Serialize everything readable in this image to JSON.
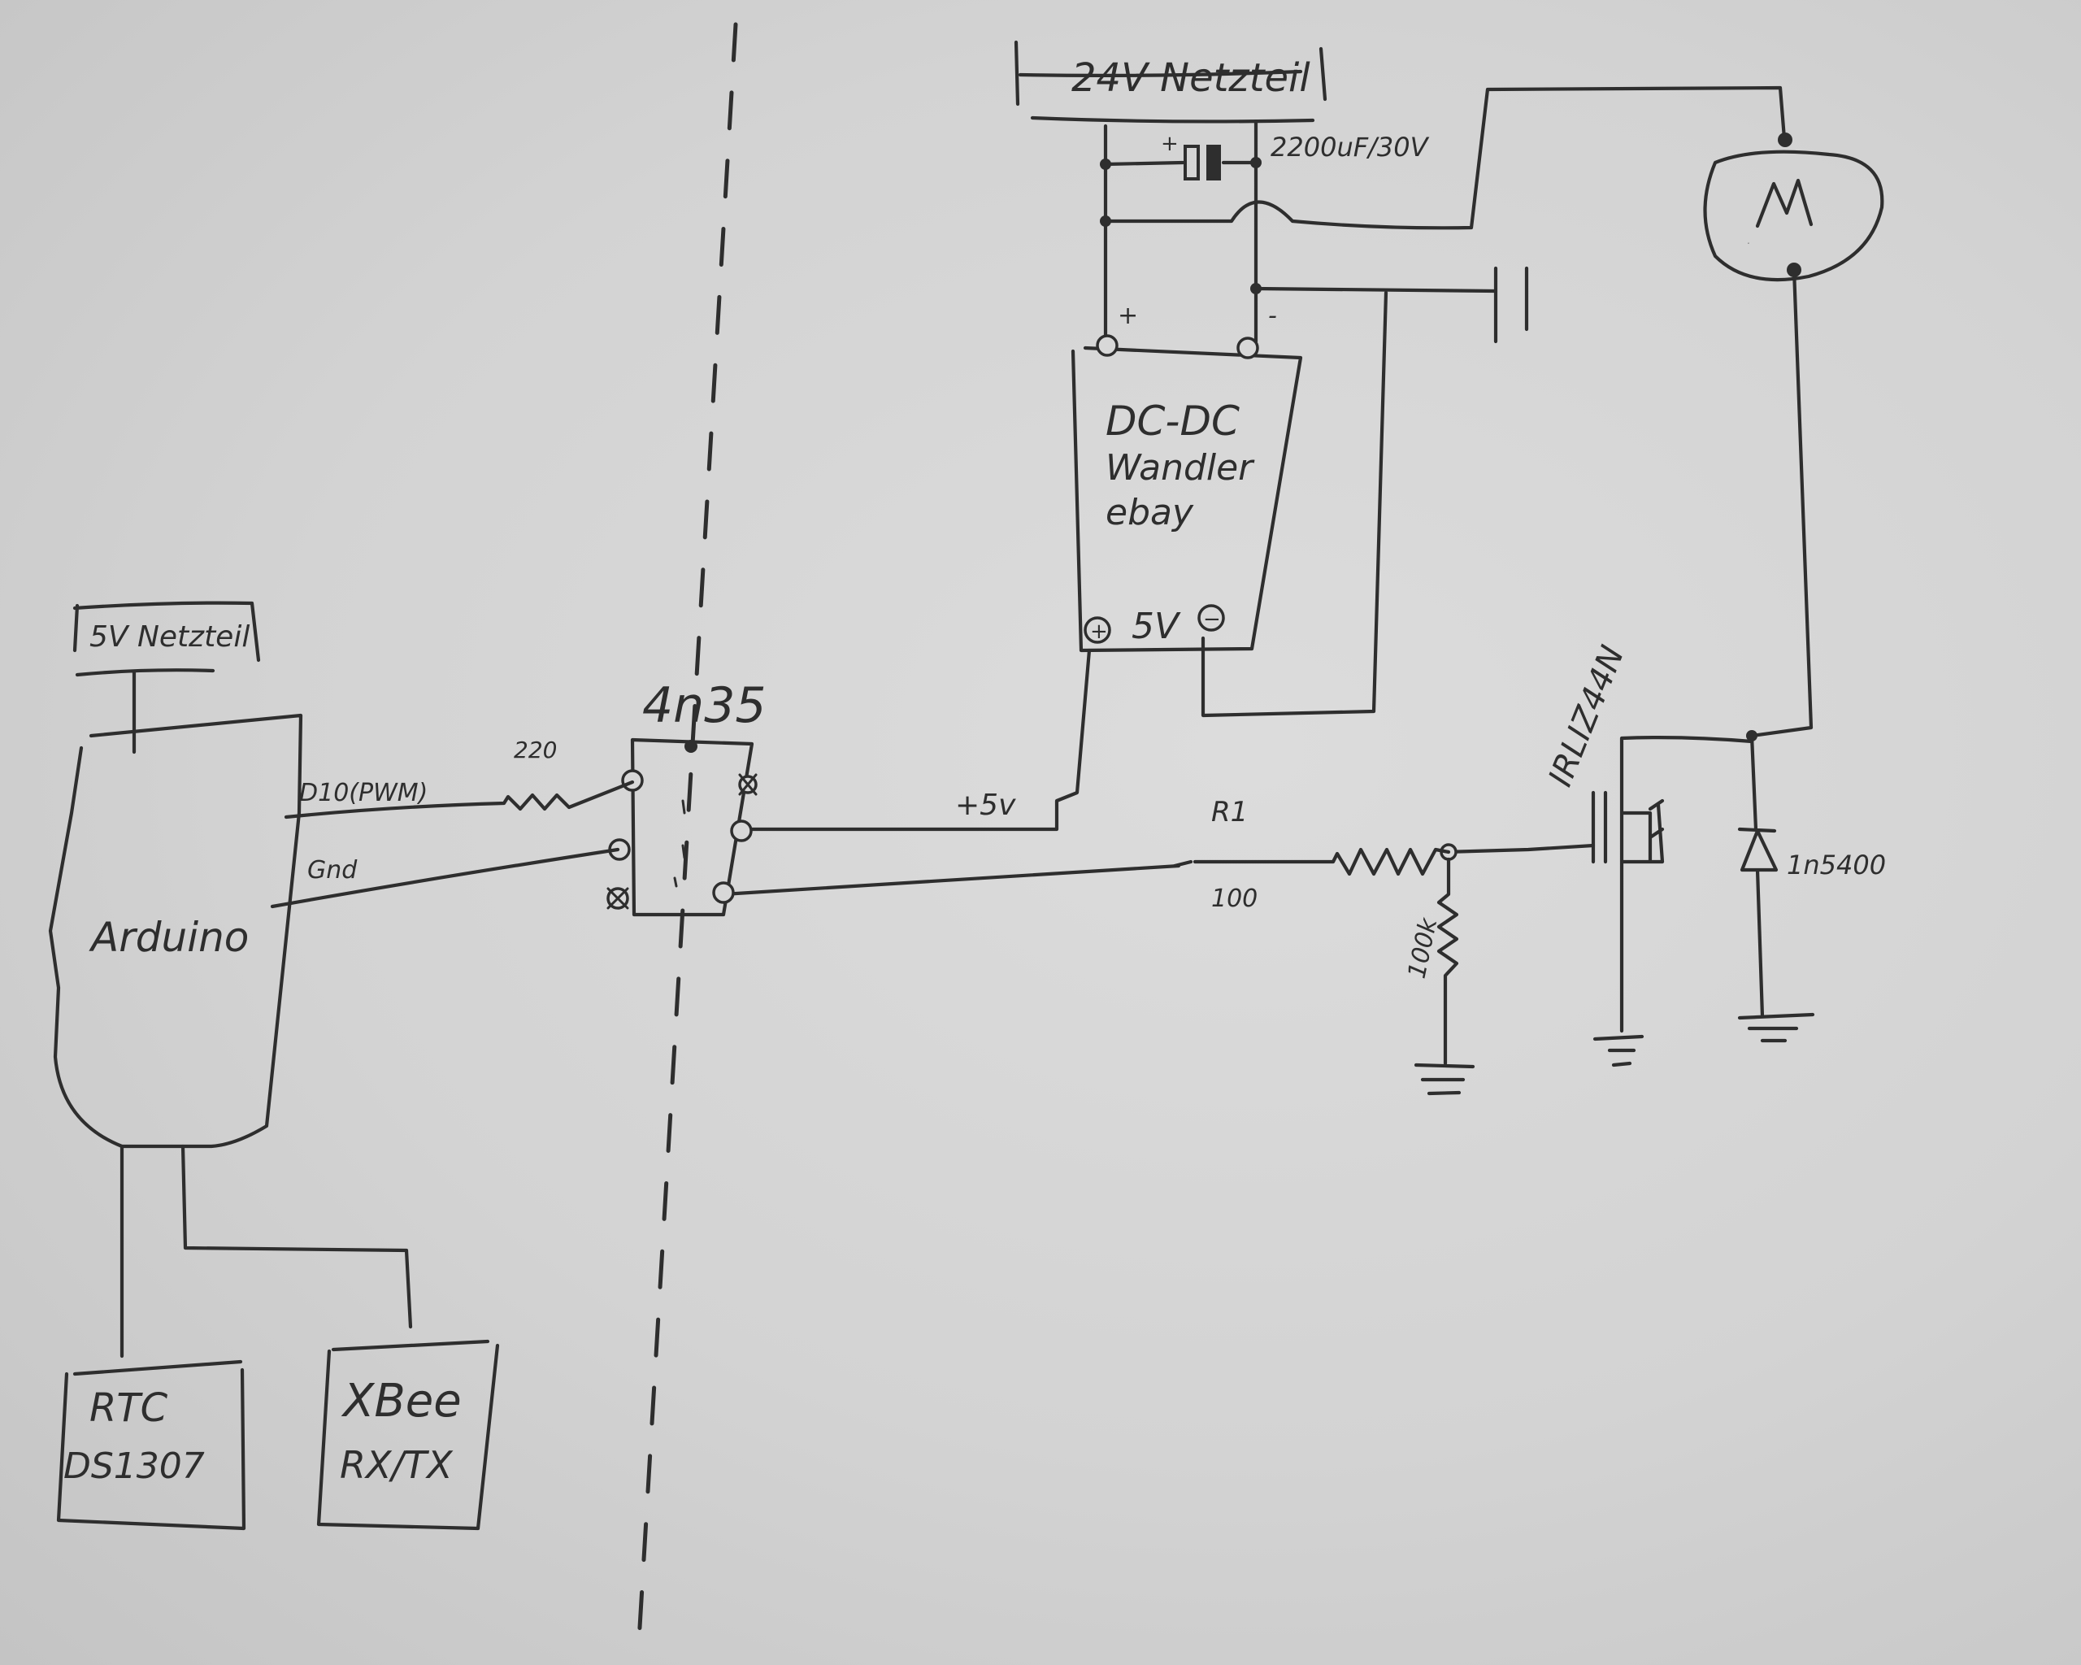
{
  "supply_24v": {
    "label": "24V Netzteil"
  },
  "supply_5v": {
    "label": "5V Netzteil"
  },
  "capacitor_bulk": {
    "label": "2200uF/30V"
  },
  "dcdc": {
    "line1": "DC-DC",
    "line2": "Wandler",
    "line3": "ebay",
    "out_label": "5V"
  },
  "arduino": {
    "label": "Arduino",
    "pin_d10": "D10(PWM)",
    "pin_gnd": "Gnd"
  },
  "resistor_220": {
    "label": "220"
  },
  "optocoupler": {
    "label": "4n35"
  },
  "rail_5v": {
    "label": "+5v"
  },
  "r1": {
    "name": "R1",
    "value": "100"
  },
  "r_pulldown": {
    "value": "100k"
  },
  "mosfet": {
    "label": "IRLIZ44N"
  },
  "diode": {
    "label": "1n5400"
  },
  "motor": {
    "label": "M"
  },
  "rtc": {
    "line1": "RTC",
    "line2": "DS1307"
  },
  "xbee": {
    "line1": "XBee",
    "line2": "RX/TX"
  },
  "terminals": {
    "plus": "+",
    "minus": "-",
    "circle_plus": "+",
    "circle_minus": "−"
  }
}
